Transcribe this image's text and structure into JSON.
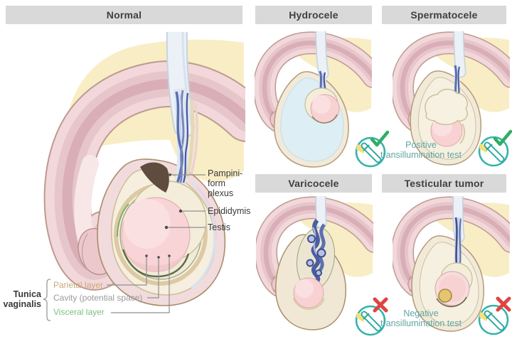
{
  "figure": {
    "panels": [
      {
        "title": "Normal"
      },
      {
        "title": "Hydrocele"
      },
      {
        "title": "Spermatocele"
      },
      {
        "title": "Varicocele"
      },
      {
        "title": "Testicular tumor"
      }
    ],
    "anatomy_labels": {
      "pampiniform_plexus": "Pampini-\nform\nplexus",
      "epididymis": "Epididymis",
      "testis": "Testis",
      "tunica_vaginalis": "Tunica\nvaginalis",
      "parietal_layer": "Parietal layer",
      "cavity": "Cavity (potential space)",
      "visceral_layer": "Visceral layer"
    },
    "test_captions": {
      "positive": "Positive\ntransillumination test",
      "negative": "Negative\ntransillumination test"
    },
    "icons": {
      "positive_test": "flashlight-with-check-icon",
      "negative_test": "flashlight-with-cross-icon"
    },
    "colors": {
      "header_bg": "#d9d9d9",
      "header_text": "#3f3f3f",
      "teal_icon": "#35b3ab",
      "caption_text": "#5fa6a2",
      "check_green": "#2fae63",
      "cross_red": "#e04343",
      "parietal_label": "#c9a878",
      "cavity_label": "#9a9a9a",
      "visceral_label": "#7cc07c",
      "testis_pink": "#f8d4d6",
      "fluid_blue": "#ddeef4",
      "vein_blue": "#5a6fae",
      "tumor_gold": "#e5c56e",
      "fat_yellow": "#f8edc4"
    }
  }
}
